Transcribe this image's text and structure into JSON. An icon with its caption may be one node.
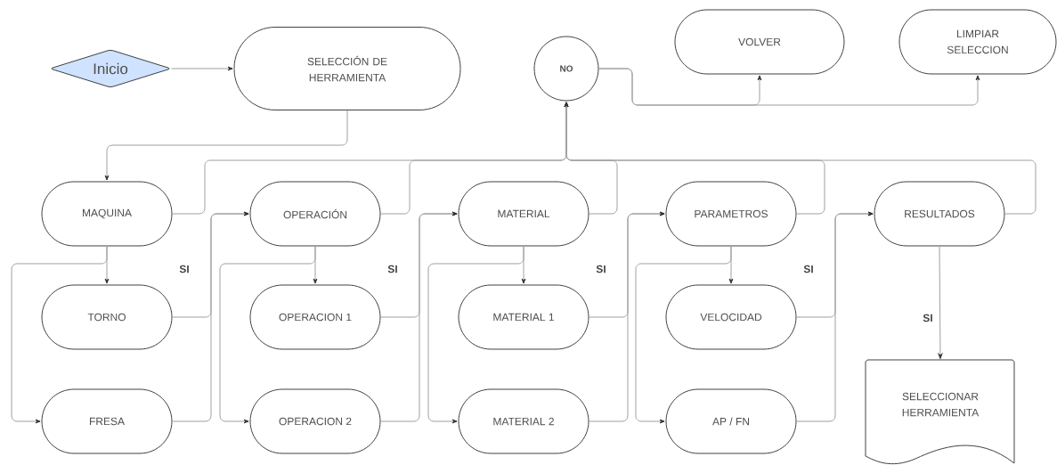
{
  "diagram": {
    "nodes": [
      {
        "text": [
          "Inicio"
        ]
      },
      {
        "text": [
          "SELECCIÓN DE HERRAMIENTA"
        ]
      },
      {
        "text": [
          "NO"
        ]
      },
      {
        "text": [
          "VOLVER"
        ]
      },
      {
        "text": [
          "LIMPIAR SELECCION"
        ]
      },
      {
        "text": [
          "MAQUINA"
        ]
      },
      {
        "text": [
          "OPERACIÓN"
        ]
      },
      {
        "text": [
          "MATERIAL"
        ]
      },
      {
        "text": [
          "PARAMETROS"
        ]
      },
      {
        "text": [
          "RESULTADOS"
        ]
      },
      {
        "text": [
          "TORNO"
        ]
      },
      {
        "text": [
          "OPERACION 1"
        ]
      },
      {
        "text": [
          "MATERIAL 1"
        ]
      },
      {
        "text": [
          "VELOCIDAD"
        ]
      },
      {
        "text": [
          "FRESA"
        ]
      },
      {
        "text": [
          "OPERACION 2"
        ]
      },
      {
        "text": [
          "MATERIAL 2"
        ]
      },
      {
        "text": [
          "AP / FN"
        ]
      },
      {
        "text": [
          "SELECCIONAR HERRAMIENTA"
        ]
      }
    ],
    "edges": [
      {
        "from": 0,
        "to": 1,
        "arrow": "to"
      },
      {
        "from": 1,
        "to": 5,
        "arrow": "to"
      },
      {
        "from": 5,
        "to": 10,
        "arrow": "to"
      },
      {
        "from": 5,
        "to": 14,
        "arrow": "to"
      },
      {
        "from": 10,
        "to": 6,
        "arrow": "to",
        "label": "SI"
      },
      {
        "from": 14,
        "to": 6,
        "arrow": "to"
      },
      {
        "from": 6,
        "to": 11,
        "arrow": "to"
      },
      {
        "from": 6,
        "to": 15,
        "arrow": "to"
      },
      {
        "from": 11,
        "to": 7,
        "arrow": "to",
        "label": "SI"
      },
      {
        "from": 15,
        "to": 7,
        "arrow": "to"
      },
      {
        "from": 7,
        "to": 12,
        "arrow": "to"
      },
      {
        "from": 7,
        "to": 16,
        "arrow": "to"
      },
      {
        "from": 12,
        "to": 8,
        "arrow": "to",
        "label": "SI"
      },
      {
        "from": 16,
        "to": 8,
        "arrow": "to"
      },
      {
        "from": 8,
        "to": 13,
        "arrow": "to"
      },
      {
        "from": 8,
        "to": 17,
        "arrow": "to"
      },
      {
        "from": 13,
        "to": 9,
        "arrow": "to",
        "label": "SI"
      },
      {
        "from": 17,
        "to": 9,
        "arrow": "to"
      },
      {
        "from": 9,
        "to": 18,
        "arrow": "to",
        "label": "SI"
      },
      {
        "from": 5,
        "to": 2,
        "arrow": "to"
      },
      {
        "from": 6,
        "to": 2,
        "arrow": "to"
      },
      {
        "from": 7,
        "to": 2,
        "arrow": "to"
      },
      {
        "from": 8,
        "to": 2,
        "arrow": "to"
      },
      {
        "from": 9,
        "to": 2,
        "arrow": "to"
      },
      {
        "from": 2,
        "to": 3,
        "arrow": "to"
      },
      {
        "from": 2,
        "to": 4,
        "arrow": "to"
      }
    ]
  }
}
